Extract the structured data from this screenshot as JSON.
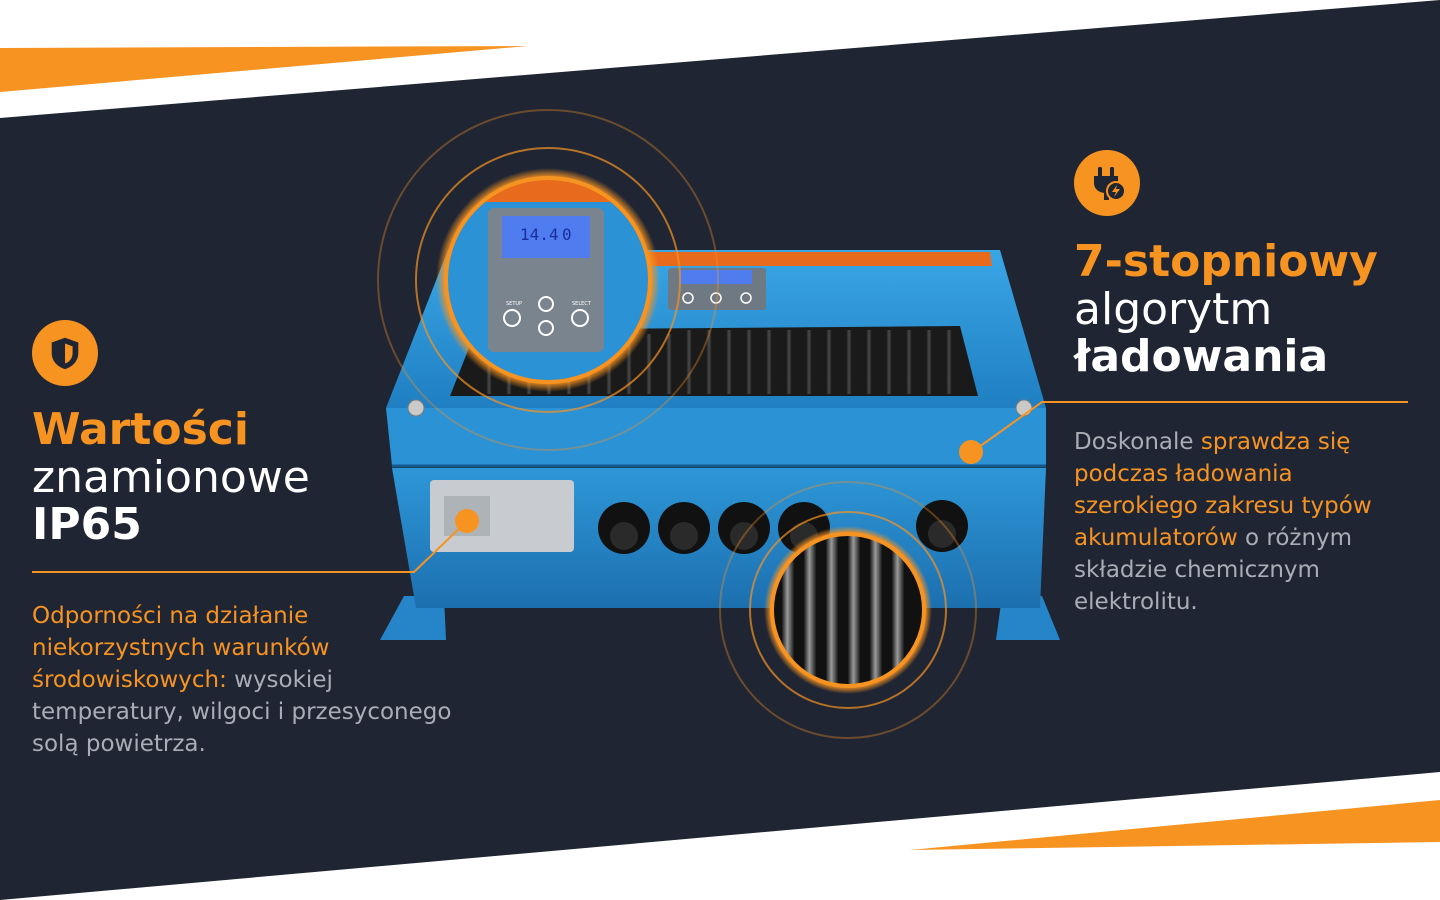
{
  "colors": {
    "background": "#1f2533",
    "accent": "#f79321",
    "muted_text": "#a9adb6",
    "device_blue": "#2a8fd4"
  },
  "left_feature": {
    "icon": "shield-icon",
    "title_line1": "Wartości",
    "title_line2": "znamionowe",
    "title_line3": "IP65",
    "desc_highlight": "Odporności na działanie niekorzystnych warunków środowiskowych:",
    "desc_rest": " wysokiej temperatury, wilgoci i przesyconego solą powietrza."
  },
  "right_feature": {
    "icon": "plug-charge-icon",
    "title_line1": "7-stopniowy",
    "title_line2": "algorytm",
    "title_line3": "ładowania",
    "desc_part1": "Doskonale ",
    "desc_part2": "sprawdza się podczas ładowania szerokiego zakresu typów akumulatorów",
    "desc_part3": " o różnym składzie chemicznym elektrolitu."
  },
  "device": {
    "display_value": "14.4",
    "display_value2": "0",
    "button_setup": "SETUP",
    "button_select": "SELECT"
  }
}
